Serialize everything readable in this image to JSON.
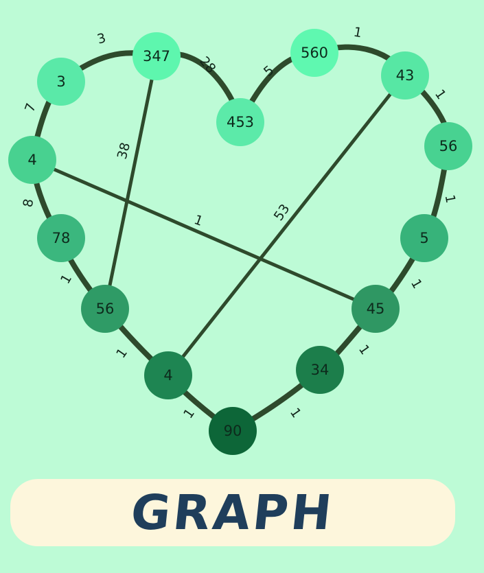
{
  "title": "GRAPH",
  "colors": {
    "background": "#bdfbd6",
    "edge": "#2e4a2c",
    "title_box": "#fdf6dc",
    "title_text": "#1f3e5b"
  },
  "nodes": [
    {
      "id": "n_347",
      "label": "347",
      "color": "#5ef6ae"
    },
    {
      "id": "n_3",
      "label": "3",
      "color": "#5ae9a8"
    },
    {
      "id": "n_4a",
      "label": "4",
      "color": "#48d190"
    },
    {
      "id": "n_78",
      "label": "78",
      "color": "#3bb77e"
    },
    {
      "id": "n_56a",
      "label": "56",
      "color": "#2f9b66"
    },
    {
      "id": "n_4b",
      "label": "4",
      "color": "#1e8552"
    },
    {
      "id": "n_90",
      "label": "90",
      "color": "#0d6638"
    },
    {
      "id": "n_34",
      "label": "34",
      "color": "#1c7e4b"
    },
    {
      "id": "n_45",
      "label": "45",
      "color": "#2f9763"
    },
    {
      "id": "n_5",
      "label": "5",
      "color": "#37b37a"
    },
    {
      "id": "n_56b",
      "label": "56",
      "color": "#48d291"
    },
    {
      "id": "n_43",
      "label": "43",
      "color": "#57e7a4"
    },
    {
      "id": "n_560",
      "label": "560",
      "color": "#5ff8b0"
    },
    {
      "id": "n_453",
      "label": "453",
      "color": "#5ceaa9"
    }
  ],
  "edges": [
    {
      "id": "e1",
      "source": "n_3",
      "target": "n_347",
      "label": "3",
      "curved": true
    },
    {
      "id": "e2",
      "source": "n_347",
      "target": "n_453",
      "label": "28",
      "curved": true
    },
    {
      "id": "e3",
      "source": "n_453",
      "target": "n_560",
      "label": "5",
      "curved": true
    },
    {
      "id": "e4",
      "source": "n_560",
      "target": "n_43",
      "label": "1",
      "curved": true
    },
    {
      "id": "e5",
      "source": "n_43",
      "target": "n_56b",
      "label": "1",
      "curved": true
    },
    {
      "id": "e6",
      "source": "n_56b",
      "target": "n_5",
      "label": "1",
      "curved": true
    },
    {
      "id": "e7",
      "source": "n_5",
      "target": "n_45",
      "label": "1",
      "curved": true
    },
    {
      "id": "e8",
      "source": "n_45",
      "target": "n_34",
      "label": "1",
      "curved": true
    },
    {
      "id": "e9",
      "source": "n_34",
      "target": "n_90",
      "label": "1",
      "curved": true
    },
    {
      "id": "e10",
      "source": "n_90",
      "target": "n_4b",
      "label": "1",
      "curved": true
    },
    {
      "id": "e11",
      "source": "n_4b",
      "target": "n_56a",
      "label": "1",
      "curved": true
    },
    {
      "id": "e12",
      "source": "n_56a",
      "target": "n_78",
      "label": "1",
      "curved": true
    },
    {
      "id": "e13",
      "source": "n_78",
      "target": "n_4a",
      "label": "8",
      "curved": true
    },
    {
      "id": "e14",
      "source": "n_4a",
      "target": "n_3",
      "label": "7",
      "curved": true
    },
    {
      "id": "e15",
      "source": "n_347",
      "target": "n_56a",
      "label": "38",
      "curved": false
    },
    {
      "id": "e16",
      "source": "n_4a",
      "target": "n_45",
      "label": "1",
      "curved": false
    },
    {
      "id": "e17",
      "source": "n_43",
      "target": "n_4b",
      "label": "53",
      "curved": false
    }
  ]
}
